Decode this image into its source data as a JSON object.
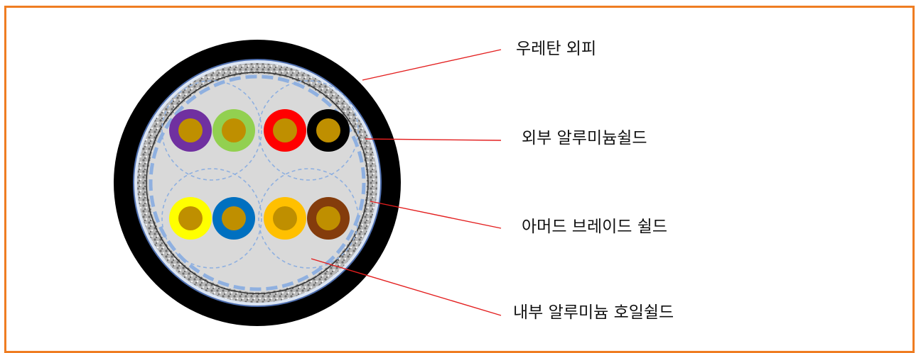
{
  "diagram": {
    "labels": {
      "outer_jacket": "우레탄 외피",
      "outer_aluminum_shield": "외부 알루미늄쉴드",
      "armored_braid_shield": "아머드 브레이드 쉴드",
      "inner_aluminum_foil_shield": "내부 알루미늄 호일쉴드"
    },
    "colors": {
      "frame": "#ef7d22",
      "jacket": "#000000",
      "braid": "#9a9a9a",
      "shield_line": "#5b7fc7",
      "foil": "#8fb0e0",
      "filler": "#d9d9d9",
      "leader_line": "#e31e1e",
      "conductor": "#bf8f00",
      "cores": [
        "#7030a0",
        "#92d050",
        "#ff0000",
        "#000000",
        "#ffff00",
        "#0070c0",
        "#ffc000",
        "#843c0c"
      ]
    }
  }
}
